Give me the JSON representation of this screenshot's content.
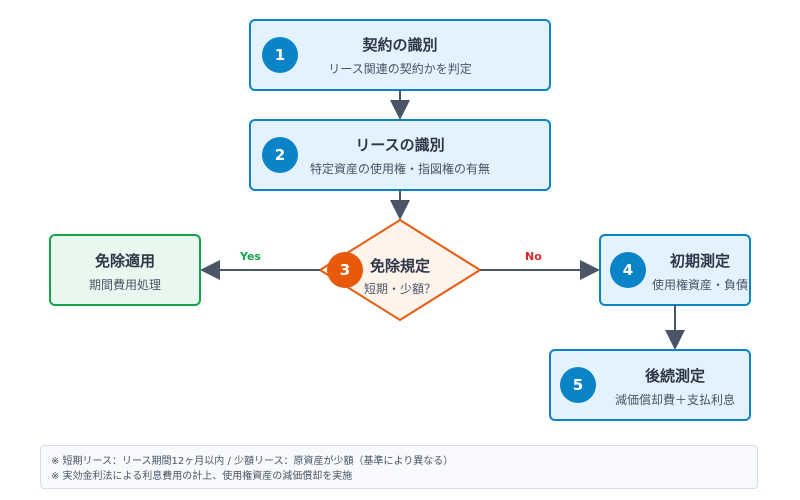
{
  "steps": [
    {
      "num": "1",
      "title": "契約の識別",
      "sub": "リース関連の契約かを判定"
    },
    {
      "num": "2",
      "title": "リースの識別",
      "sub": "特定資産の使用権・指図権の有無"
    },
    {
      "num": "3",
      "title": "免除規定",
      "sub": "短期・少額？"
    },
    {
      "num": "4",
      "title": "初期測定",
      "sub": "使用権資産・負債"
    },
    {
      "num": "5",
      "title": "後続測定",
      "sub": "減価償却費＋支払利息"
    }
  ],
  "exempt": {
    "title": "免除適用",
    "sub": "期間費用処理"
  },
  "labels": {
    "yes": "Yes",
    "no": "No"
  },
  "notes": [
    "※ 短期リース：リース期間12ヶ月以内 / 少額リース：原資産が少額（基準により異なる）",
    "※ 実効金利法による利息費用の計上、使用権資産の減価償却を実施"
  ],
  "colors": {
    "blue": "#0a84c6",
    "orange": "#e8590c",
    "green": "#16a34a",
    "red": "#dc2626"
  }
}
